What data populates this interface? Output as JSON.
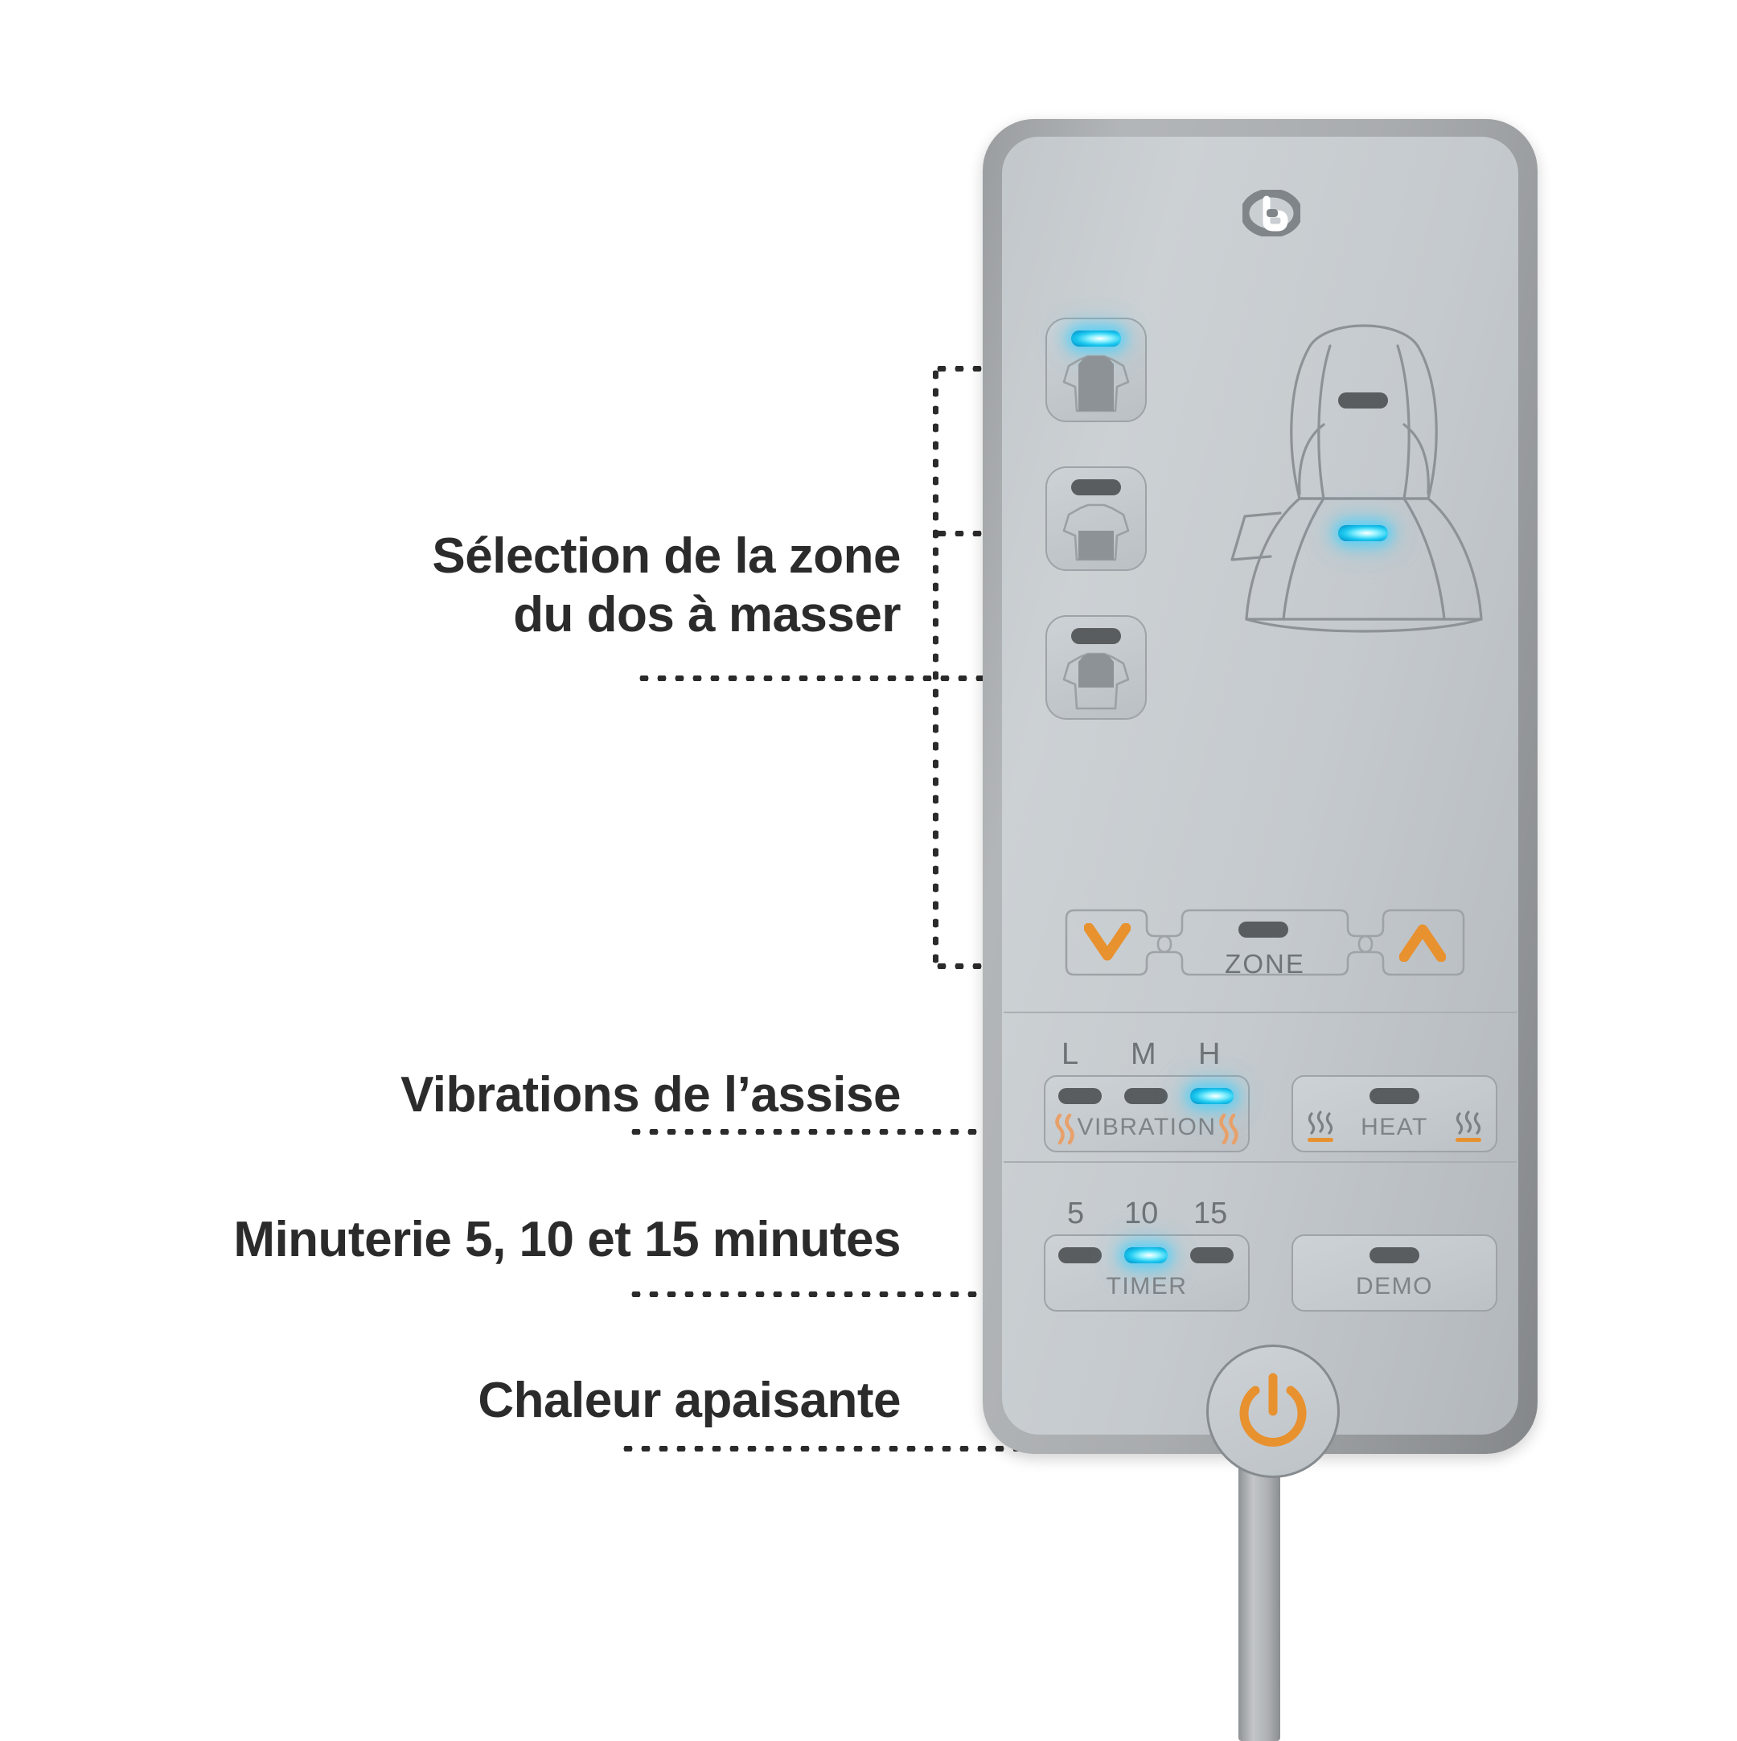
{
  "device": {
    "name": "massage-cushion-remote",
    "brand_logo": "brand-b-logo",
    "accent_orange": "#e8912f",
    "led_blue": "#1ec9ef",
    "body_gray": "#a9acae",
    "face_gray": "#c6cbcf"
  },
  "annotations": [
    {
      "id": "zone",
      "text": "Sélection de la zone\ndu dos à masser"
    },
    {
      "id": "vibration",
      "text": "Vibrations de l’assise"
    },
    {
      "id": "timer",
      "text": "Minuterie 5, 10 et 15 minutes"
    },
    {
      "id": "heat",
      "text": "Chaleur apaisante"
    }
  ],
  "zone_buttons": [
    {
      "index": 1,
      "led": "on",
      "highlight": "full-back",
      "name": "zone-button-full-back"
    },
    {
      "index": 2,
      "led": "off",
      "highlight": "lower-back",
      "name": "zone-button-lower-back"
    },
    {
      "index": 3,
      "led": "off",
      "highlight": "upper-back",
      "name": "zone-button-upper-back"
    }
  ],
  "chair": {
    "upper_led": "off",
    "seat_led": "on"
  },
  "zone_row": {
    "down_glyph": "chevron-down",
    "up_glyph": "chevron-up",
    "label": "ZONE",
    "led": "off"
  },
  "vibration": {
    "label": "VIBRATION",
    "ticks": [
      "L",
      "M",
      "H"
    ],
    "leds": [
      "off",
      "off",
      "on"
    ],
    "icon": "vibration-waves"
  },
  "heat": {
    "label": "HEAT",
    "led": "off",
    "icon": "heat-waves"
  },
  "timer": {
    "label": "TIMER",
    "ticks": [
      "5",
      "10",
      "15"
    ],
    "leds": [
      "off",
      "on",
      "off"
    ]
  },
  "demo": {
    "label": "DEMO",
    "led": "off"
  },
  "power": {
    "label": "power-button",
    "icon": "power-icon"
  }
}
